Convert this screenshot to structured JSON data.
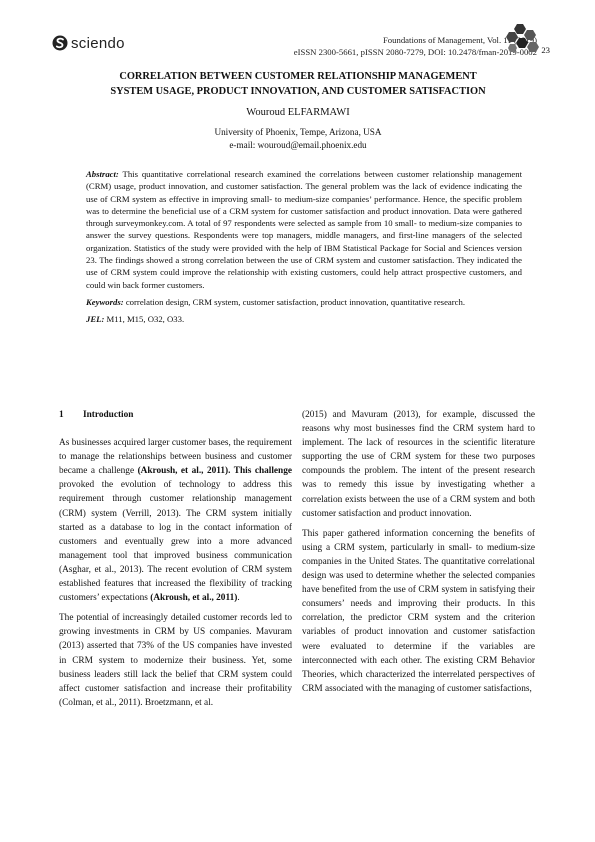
{
  "header": {
    "publisher": "sciendo",
    "journal": "Foundations of Management, Vol. 11 (2019)",
    "issn": "eISSN 2300-5661, pISSN 2080-7279, DOI: 10.2478/fman-2019-0002",
    "page_number": "23"
  },
  "paper": {
    "title_line1": "CORRELATION BETWEEN CUSTOMER RELATIONSHIP MANAGEMENT",
    "title_line2": "SYSTEM USAGE, PRODUCT INNOVATION, AND CUSTOMER SATISFACTION",
    "author": "Wouroud ELFARMAWI",
    "affiliation": "University of Phoenix, Tempe, Arizona, USA",
    "email": "e-mail: wouroud@email.phoenix.edu"
  },
  "abstract": {
    "label": "Abstract:",
    "text": "This quantitative correlational research examined the correlations between customer relationship management (CRM) usage, product innovation, and customer satisfaction. The general problem was the lack of evidence indicating the use of CRM system as effective in improving small- to medium-size companies’ performance. Hence, the specific problem was to determine the beneficial use of a CRM system for customer satisfaction and product innovation. Data were gathered through surveymonkey.com. A total of 97 respondents were selected as sample from 10 small- to medium-size companies to answer the survey questions. Respondents were top managers, middle managers, and first-line managers of the selected organization. Statistics of the study were provided with the help of IBM Statistical Package for Social and Sciences version 23. The findings showed a strong correlation between the use of CRM system and customer satisfaction. They indicated the use of CRM system could improve the relationship with existing customers, could help attract prospective customers, and could win back former customers.",
    "keywords_label": "Keywords:",
    "keywords": "correlation design, CRM system, customer satisfaction, product innovation, quantitative research.",
    "jel_label": "JEL:",
    "jel": "M11, M15, O32, O33."
  },
  "section": {
    "number": "1",
    "title": "Introduction"
  },
  "left_column": {
    "p1_a": "As businesses acquired larger customer bases, the requirement to manage the relationships between business and customer became a challenge ",
    "p1_ref1": "(Akroush, et al., 2011). This challenge",
    "p1_b": " provoked the evolution of technology to address this requirement through customer relationship management (CRM) system (Verrill, 2013). The CRM system initially started as a database to log in the contact information of customers and eventually grew into a more advanced management tool that improved business communication (Asghar, et al., 2013). The recent evolution of CRM system established features that increased the flexibility of tracking customers’ expectations ",
    "p1_ref2": "(Akroush, et al., 2011)",
    "p1_c": ".",
    "p2": "The potential of increasingly detailed customer records led to growing investments in CRM by US companies. Mavuram (2013) asserted that 73% of the US companies have invested in CRM system to modernize their business. Yet, some business leaders still lack the belief that CRM system could affect customer satisfaction and increase their profitability (Colman, et al., 2011). Broetzmann, et al."
  },
  "right_column": {
    "p1": "(2015) and Mavuram (2013), for example, discussed the reasons why most businesses find the CRM system hard to implement. The lack of resources in the scientific literature supporting the use of CRM system for these two purposes compounds the problem. The intent of the present research was to remedy this issue by investigating whether a correlation exists between the use of a CRM system and both customer satisfaction and product innovation.",
    "p2": "This paper gathered information concerning the benefits of using a CRM system, particularly in small- to medium-size companies in the United States. The quantitative correlational design was used to determine whether the selected companies have benefited from the use of CRM system in satisfying their consumers’ needs and improving their products. In this correlation, the predictor CRM system and the criterion variables of product innovation and customer satisfaction were evaluated to determine if the variables are interconnected with each other. The existing CRM Behavior Theories, which characterized the interrelated perspectives of CRM associated with the managing of customer satisfactions,"
  }
}
